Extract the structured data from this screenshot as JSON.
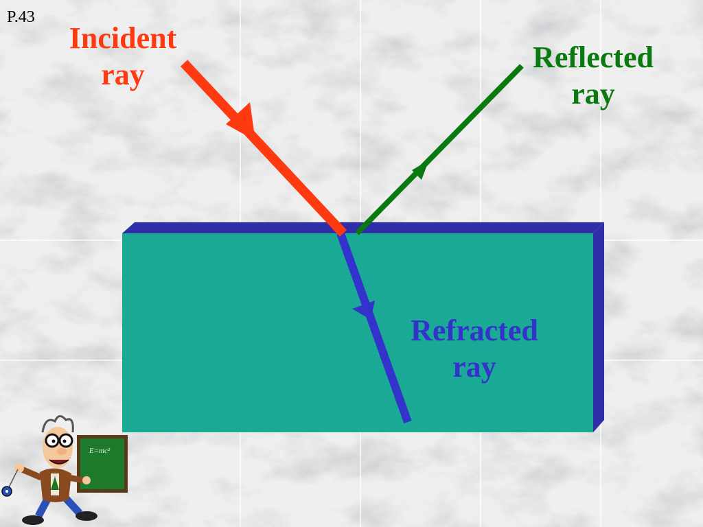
{
  "slide": {
    "page_number": "P.43"
  },
  "labels": {
    "incident": [
      "Incident",
      "ray"
    ],
    "reflected": [
      "Reflected",
      "ray"
    ],
    "refracted": [
      "Refracted",
      "ray"
    ]
  },
  "cartoon": {
    "chalkboard_text": "E=mc²"
  },
  "colors": {
    "incident": "#ff3a10",
    "reflected": "#0a7a10",
    "refracted": "#3333cc",
    "block_face": "#1aaa96",
    "block_edge": "#2e2ea8"
  }
}
